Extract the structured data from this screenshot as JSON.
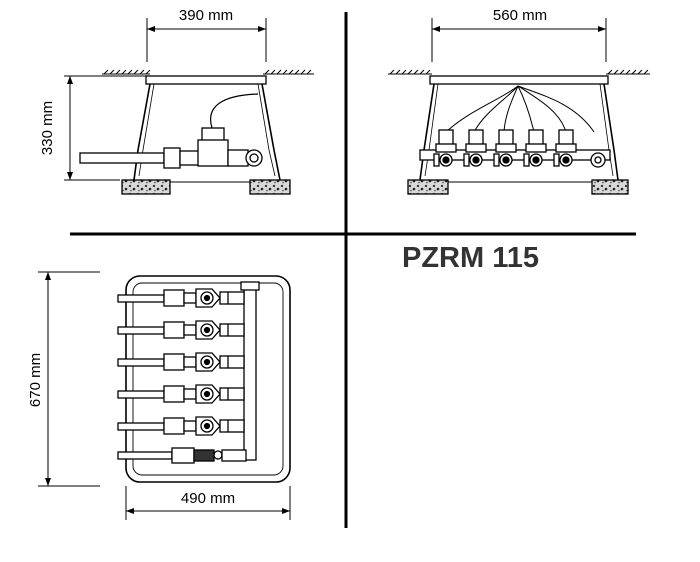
{
  "title": "PZRM 115",
  "dimensions": {
    "side_width": "390 mm",
    "side_height": "330 mm",
    "front_width": "560 mm",
    "plan_height": "670 mm",
    "plan_width": "490 mm"
  },
  "valve_count": 5,
  "colors": {
    "line": "#000000",
    "title": "#333333"
  }
}
